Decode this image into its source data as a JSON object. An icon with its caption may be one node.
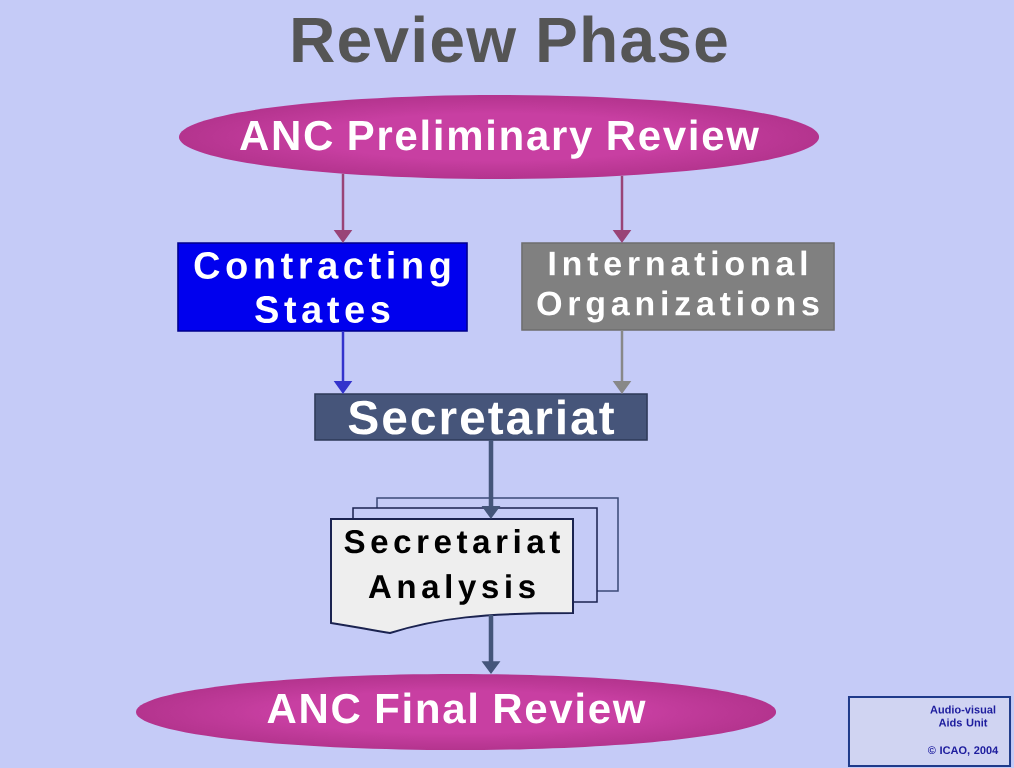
{
  "diagram": {
    "title": "Review Phase",
    "nodes": [
      {
        "text": [
          "ANC Preliminary Review"
        ]
      },
      {
        "text": [
          "Contracting States"
        ]
      },
      {
        "text": [
          "International Organizations"
        ]
      },
      {
        "text": [
          "Secretariat"
        ]
      },
      {
        "text": [
          "Secretariat Analysis"
        ]
      },
      {
        "text": [
          "ANC Final Review"
        ]
      },
      {
        "text": [
          "Audio-visual Aids Unit",
          "© ICAO, 2004"
        ]
      }
    ],
    "edges": [
      {
        "from": 0,
        "to": 1,
        "arrow": "to",
        "color": "#994477"
      },
      {
        "from": 0,
        "to": 2,
        "arrow": "to",
        "color": "#994477"
      },
      {
        "from": 1,
        "to": 3,
        "arrow": "to",
        "color": "#3333cc"
      },
      {
        "from": 2,
        "to": 3,
        "arrow": "to",
        "color": "#888888"
      },
      {
        "from": 3,
        "to": 4,
        "arrow": "to",
        "style": "thick",
        "color": "#44557a"
      },
      {
        "from": 4,
        "to": 5,
        "arrow": "to",
        "style": "thick",
        "color": "#44557a"
      }
    ]
  }
}
